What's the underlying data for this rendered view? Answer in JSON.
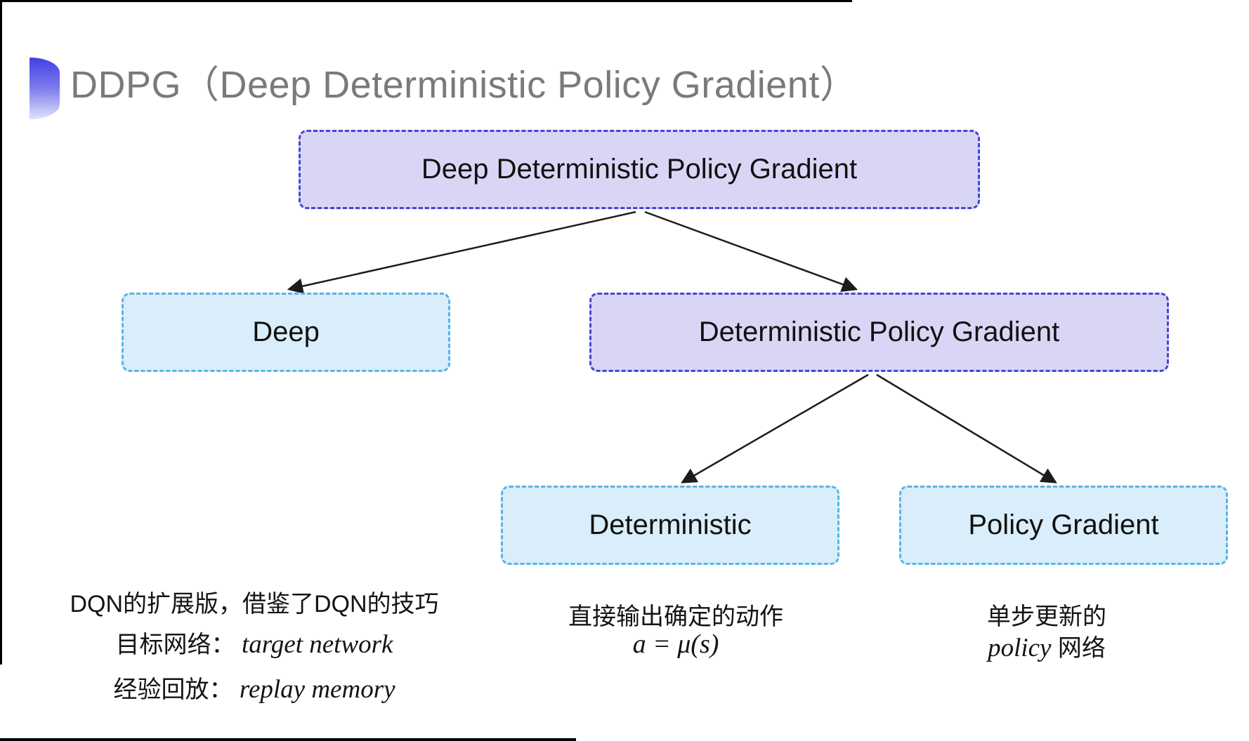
{
  "title": {
    "text": "DDPG（Deep Deterministic Policy Gradient）"
  },
  "tree": {
    "root": "Deep Deterministic Policy Gradient",
    "deep": "Deep",
    "dpg": "Deterministic Policy Gradient",
    "deterministic": "Deterministic",
    "policy_gradient": "Policy Gradient"
  },
  "notes": {
    "deep": {
      "line1": "DQN的扩展版，借鉴了DQN的技巧",
      "target_label": "目标网络：",
      "target_value": "target network",
      "replay_label": "经验回放：",
      "replay_value": "replay memory"
    },
    "deterministic": {
      "line1": "直接输出确定的动作",
      "formula": "a = μ(s)"
    },
    "policy_gradient": {
      "line1": "单步更新的",
      "word_italic": "policy",
      "word_rest": "网络"
    }
  },
  "colors": {
    "purple_fill": "#d9d6f5",
    "purple_border": "#4643d9",
    "blue_fill": "#d9eefa",
    "blue_border": "#55b5e6",
    "title_gray": "#7a7a7a",
    "arrow": "#1c1c1c",
    "icon_gradient_top": "#4340e2",
    "icon_gradient_bottom": "#dfe3fb"
  }
}
